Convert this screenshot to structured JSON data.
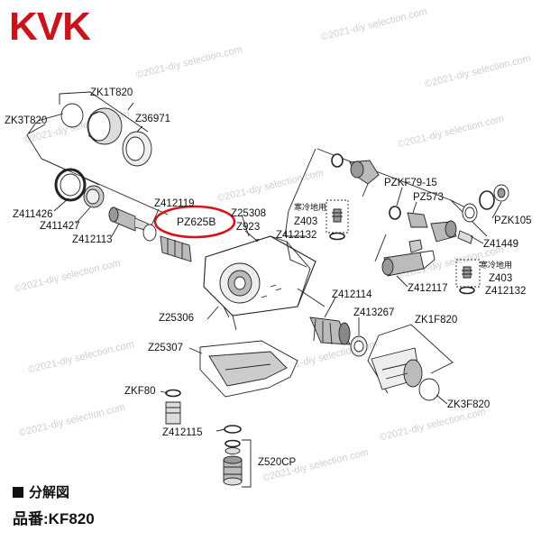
{
  "brand": "KVK",
  "watermark": "©2021-diy selection.com",
  "labels": {
    "zk1t820": "ZK1T820",
    "zk3t820": "ZK3T820",
    "z36971": "Z36971",
    "z411426": "Z411426",
    "z411427": "Z411427",
    "z412113": "Z412113",
    "z412119": "Z412119",
    "pz625b": "PZ625B",
    "z25308": "Z25308",
    "z923": "Z923",
    "kanreichi1": "寒冷地用",
    "z403_a": "Z403",
    "z412132_a": "Z412132",
    "pzkf79_15": "PZKF79-15",
    "pz573": "PZ573",
    "pzk105": "PZK105",
    "z41449": "Z41449",
    "kanreichi2": "寒冷地用",
    "z403_b": "Z403",
    "z412132_b": "Z412132",
    "z412117": "Z412117",
    "z412114": "Z412114",
    "z413267": "Z413267",
    "zk1f820": "ZK1F820",
    "z25306": "Z25306",
    "z25307": "Z25307",
    "zkf80": "ZKF80",
    "z412115": "Z412115",
    "z520cp": "Z520CP",
    "zk3f820": "ZK3F820"
  },
  "footer": {
    "diagram_title": "分解図",
    "part_number": "品番:KF820"
  },
  "colors": {
    "brand": "#c9141c",
    "highlight": "#d6141c",
    "line": "#222222",
    "part_fill": "#bfbfbf"
  }
}
